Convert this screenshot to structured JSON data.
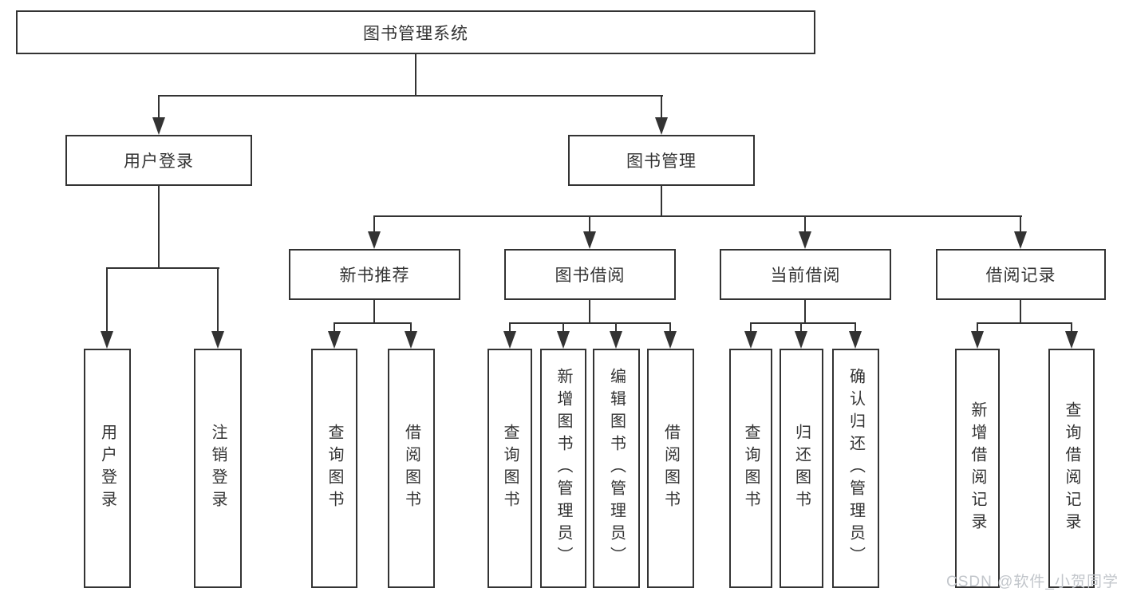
{
  "tree": {
    "label": "图书管理系统",
    "children": [
      {
        "label": "用户登录",
        "children": [
          {
            "label": "用户登录"
          },
          {
            "label": "注销登录"
          }
        ]
      },
      {
        "label": "图书管理",
        "children": [
          {
            "label": "新书推荐",
            "children": [
              {
                "label": "查询图书"
              },
              {
                "label": "借阅图书"
              }
            ]
          },
          {
            "label": "图书借阅",
            "children": [
              {
                "label": "查询图书"
              },
              {
                "label": "新增图书（管理员）"
              },
              {
                "label": "编辑图书（管理员）"
              },
              {
                "label": "借阅图书"
              }
            ]
          },
          {
            "label": "当前借阅",
            "children": [
              {
                "label": "查询图书"
              },
              {
                "label": "归还图书"
              },
              {
                "label": "确认归还（管理员）"
              }
            ]
          },
          {
            "label": "借阅记录",
            "children": [
              {
                "label": "新增借阅记录"
              },
              {
                "label": "查询借阅记录"
              }
            ]
          }
        ]
      }
    ]
  },
  "watermark": {
    "text": "CSDN @软件_小贺同学"
  },
  "colors": {
    "line": "#333333",
    "box_border": "#333333",
    "box_background": "#ffffff",
    "text": "#333333",
    "watermark": "#c2c6cb",
    "page_background": "#ffffff"
  }
}
